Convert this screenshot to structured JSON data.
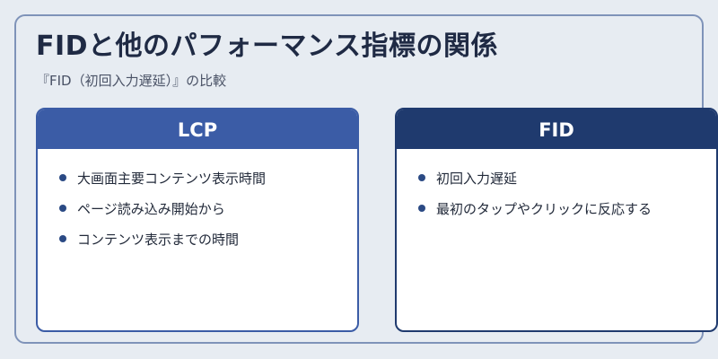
{
  "title": "FIDと他のパフォーマンス指標の関係",
  "subtitle": "『FID（初回入力遅延）』の比較",
  "colors": {
    "lcp_accent": "#3b5ca6",
    "fid_accent": "#1f3a6e"
  },
  "cards": [
    {
      "heading": "LCP",
      "items": [
        "大画面主要コンテンツ表示時間",
        "ページ読み込み開始から",
        "コンテンツ表示までの時間"
      ]
    },
    {
      "heading": "FID",
      "items": [
        "初回入力遅延",
        "最初のタップやクリックに反応する"
      ]
    }
  ]
}
